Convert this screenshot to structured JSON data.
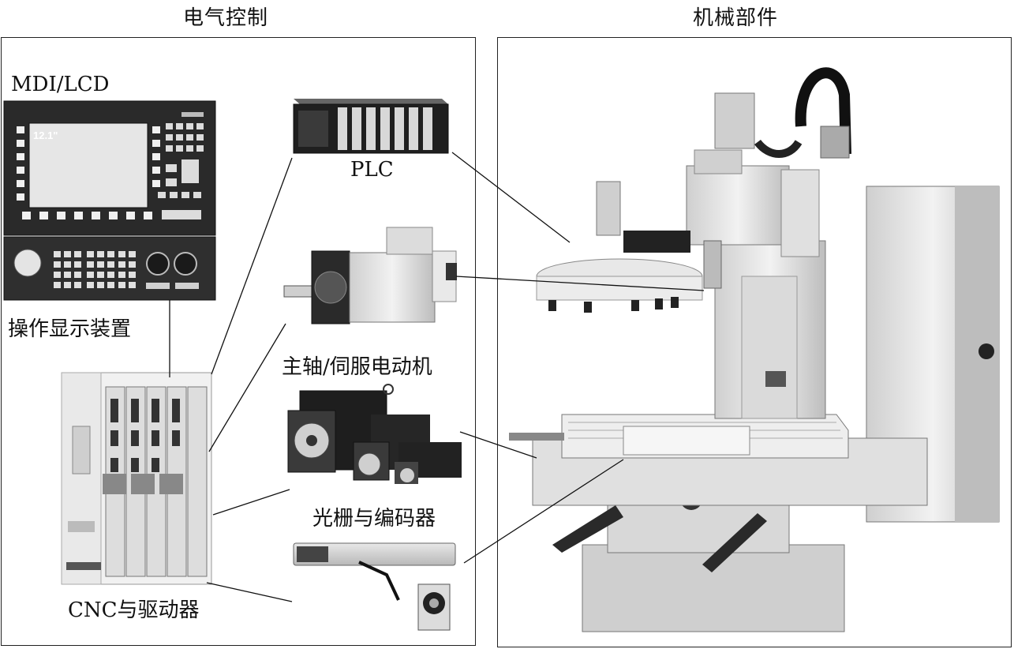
{
  "headings": {
    "electrical": "电气控制",
    "mechanical": "机械部件"
  },
  "labels": {
    "mdi_lcd": "MDI/LCD",
    "screen_size": "12.1\"",
    "operator_display": "操作显示装置",
    "plc": "PLC",
    "motor": "主轴/伺服电动机",
    "encoder": "光栅与编码器",
    "cnc_driver": "CNC与驱动器"
  }
}
